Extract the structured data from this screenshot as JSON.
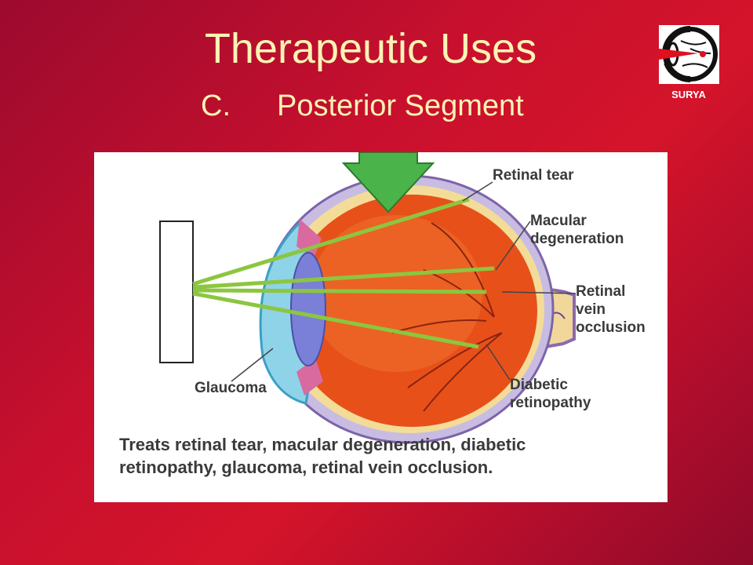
{
  "slide": {
    "title": "Therapeutic Uses",
    "subtitle_letter": "C.",
    "subtitle_text": "Posterior Segment"
  },
  "logo": {
    "label": "SURYA",
    "icon": "eye-laser-icon"
  },
  "figure": {
    "labels": {
      "retinal_tear": "Retinal tear",
      "macular_1": "Macular",
      "macular_2": "degeneration",
      "vein_1": "Retinal",
      "vein_2": "vein",
      "vein_3": "occlusion",
      "glaucoma": "Glaucoma",
      "diabetic_1": "Diabetic",
      "diabetic_2": "retinopathy"
    },
    "caption_line1": "Treats retinal tear, macular degeneration, diabetic",
    "caption_line2": "retinopathy, glaucoma, retinal vein occlusion."
  },
  "colors": {
    "background": "#c8102e",
    "title": "#fbf3b4",
    "laser_beam": "#8cc63f",
    "eye_interior": "#e8501a",
    "sclera": "#c7b7e0"
  }
}
